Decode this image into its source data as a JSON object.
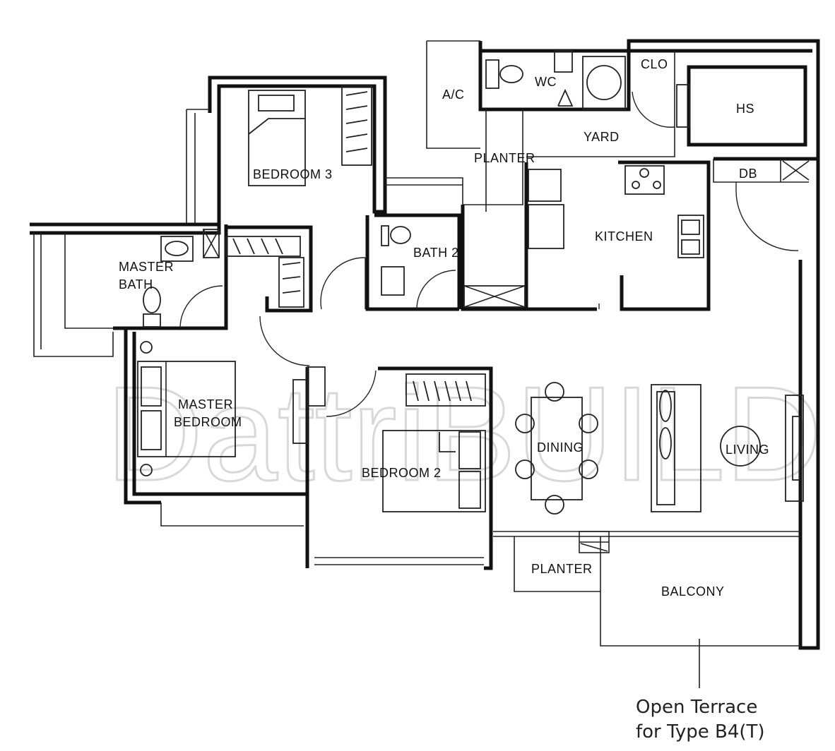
{
  "rooms": {
    "ac": "A/C",
    "wc": "WC",
    "clo": "CLO",
    "hs": "HS",
    "yard": "YARD",
    "planter_top": "PLANTER",
    "db": "DB",
    "bedroom3": "BEDROOM 3",
    "kitchen": "KITCHEN",
    "bath2": "BATH 2",
    "master_bath_line1": "MASTER",
    "master_bath_line2": "BATH",
    "master_bedroom_line1": "MASTER",
    "master_bedroom_line2": "BEDROOM",
    "bedroom2": "BEDROOM 2",
    "dining": "DINING",
    "living": "LIVING",
    "planter_bottom": "PLANTER",
    "balcony": "BALCONY"
  },
  "note": {
    "line1": "Open Terrace",
    "line2": "for Type B4(T)"
  },
  "watermark": "DattriBUILD"
}
